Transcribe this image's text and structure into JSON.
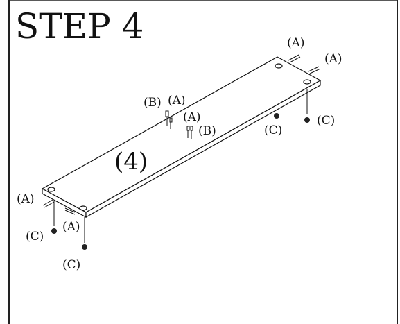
{
  "step_title": "STEP 4",
  "panel_label": "(4)",
  "part_labels": {
    "a": "(A)",
    "b": "(B)",
    "c": "(C)"
  }
}
